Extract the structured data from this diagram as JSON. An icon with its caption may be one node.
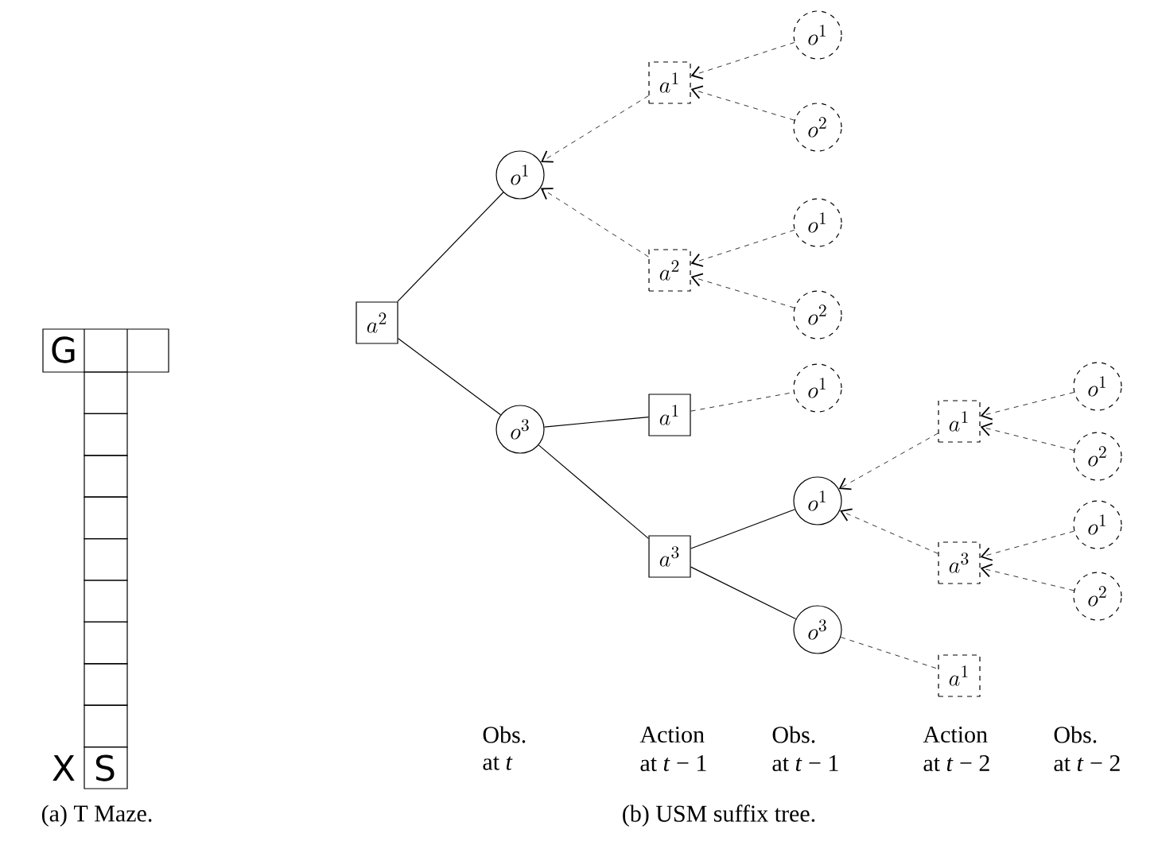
{
  "diagram": {
    "nodes": [
      {
        "text": [
          "a^{2}"
        ]
      },
      {
        "text": [
          "o^{1}"
        ]
      },
      {
        "text": [
          "a^{1}"
        ]
      },
      {
        "text": [
          "o^{1}"
        ]
      },
      {
        "text": [
          "o^{2}"
        ]
      },
      {
        "text": [
          "a^{2}"
        ]
      },
      {
        "text": [
          "o^{1}"
        ]
      },
      {
        "text": [
          "o^{2}"
        ]
      },
      {
        "text": [
          "o^{3}"
        ]
      },
      {
        "text": [
          "a^{1}"
        ]
      },
      {
        "text": [
          "o^{1}"
        ]
      },
      {
        "text": [
          "a^{3}"
        ]
      },
      {
        "text": [
          "o^{1}"
        ]
      },
      {
        "text": [
          "a^{1}"
        ]
      },
      {
        "text": [
          "o^{1}"
        ]
      },
      {
        "text": [
          "o^{2}"
        ]
      },
      {
        "text": [
          "a^{3}"
        ]
      },
      {
        "text": [
          "o^{1}"
        ]
      },
      {
        "text": [
          "o^{2}"
        ]
      },
      {
        "text": [
          "o^{3}"
        ]
      },
      {
        "text": [
          "a^{1}"
        ]
      }
    ],
    "edges": [
      {
        "from": 0,
        "to": 1,
        "arrow": "none"
      },
      {
        "from": 0,
        "to": 8,
        "arrow": "none"
      },
      {
        "from": 2,
        "to": 1,
        "arrow": "to",
        "style": "dashed"
      },
      {
        "from": 5,
        "to": 1,
        "arrow": "to",
        "style": "dashed"
      },
      {
        "from": 3,
        "to": 2,
        "arrow": "to",
        "style": "dashed"
      },
      {
        "from": 4,
        "to": 2,
        "arrow": "to",
        "style": "dashed"
      },
      {
        "from": 6,
        "to": 5,
        "arrow": "to",
        "style": "dashed"
      },
      {
        "from": 7,
        "to": 5,
        "arrow": "to",
        "style": "dashed"
      },
      {
        "from": 8,
        "to": 9,
        "arrow": "none"
      },
      {
        "from": 8,
        "to": 11,
        "arrow": "none"
      },
      {
        "from": 9,
        "to": 10,
        "arrow": "none",
        "style": "dashed"
      },
      {
        "from": 11,
        "to": 12,
        "arrow": "none"
      },
      {
        "from": 11,
        "to": 19,
        "arrow": "none"
      },
      {
        "from": 13,
        "to": 12,
        "arrow": "to",
        "style": "dashed"
      },
      {
        "from": 16,
        "to": 12,
        "arrow": "to",
        "style": "dashed"
      },
      {
        "from": 14,
        "to": 13,
        "arrow": "to",
        "style": "dashed"
      },
      {
        "from": 15,
        "to": 13,
        "arrow": "to",
        "style": "dashed"
      },
      {
        "from": 17,
        "to": 16,
        "arrow": "to",
        "style": "dashed"
      },
      {
        "from": 18,
        "to": 16,
        "arrow": "to",
        "style": "dashed"
      },
      {
        "from": 19,
        "to": 20,
        "arrow": "none",
        "style": "dashed"
      }
    ],
    "labels": [
      "G",
      "X",
      "S",
      "Obs.",
      "at *t*",
      "Action",
      "at *t* − 1",
      "Obs.",
      "at *t* − 1",
      "Action",
      "at *t* − 2",
      "Obs.",
      "at *t* − 2",
      "(a)  T Maze.",
      "(b)  USM suffix tree."
    ]
  }
}
